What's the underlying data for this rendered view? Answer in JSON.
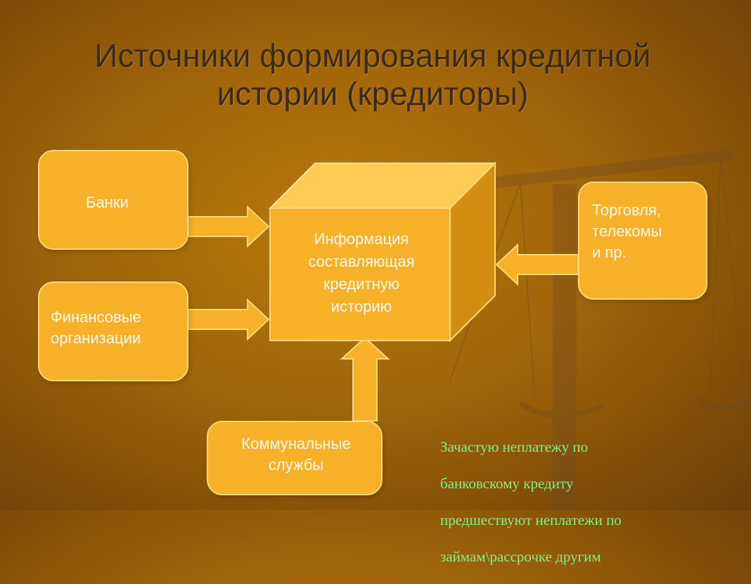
{
  "slide": {
    "title_line1": "Источники формирования кредитной",
    "title_line2": "истории (кредиторы)"
  },
  "nodes": {
    "banks": "Банки",
    "financial_orgs": "Финансовые организации",
    "trade_telecom_line1": "Торговля,",
    "trade_telecom_line2": "телекомы",
    "trade_telecom_line3": "и пр.",
    "utilities_line1": "Коммунальные",
    "utilities_line2": "службы",
    "center_line1": "Информация",
    "center_line2": "составляющая",
    "center_line3": "кредитную",
    "center_line4": "историю"
  },
  "note": {
    "line1": "Зачастую неплатежу по",
    "line2": "банковскому кредиту",
    "line3": "предшествуют неплатежи по",
    "line4": "займам\\рассрочке другим"
  },
  "colors": {
    "box_fill": "#f6b128",
    "box_border": "#ffd978",
    "note_text": "#7ff08a",
    "title_text": "#3c2a16"
  }
}
